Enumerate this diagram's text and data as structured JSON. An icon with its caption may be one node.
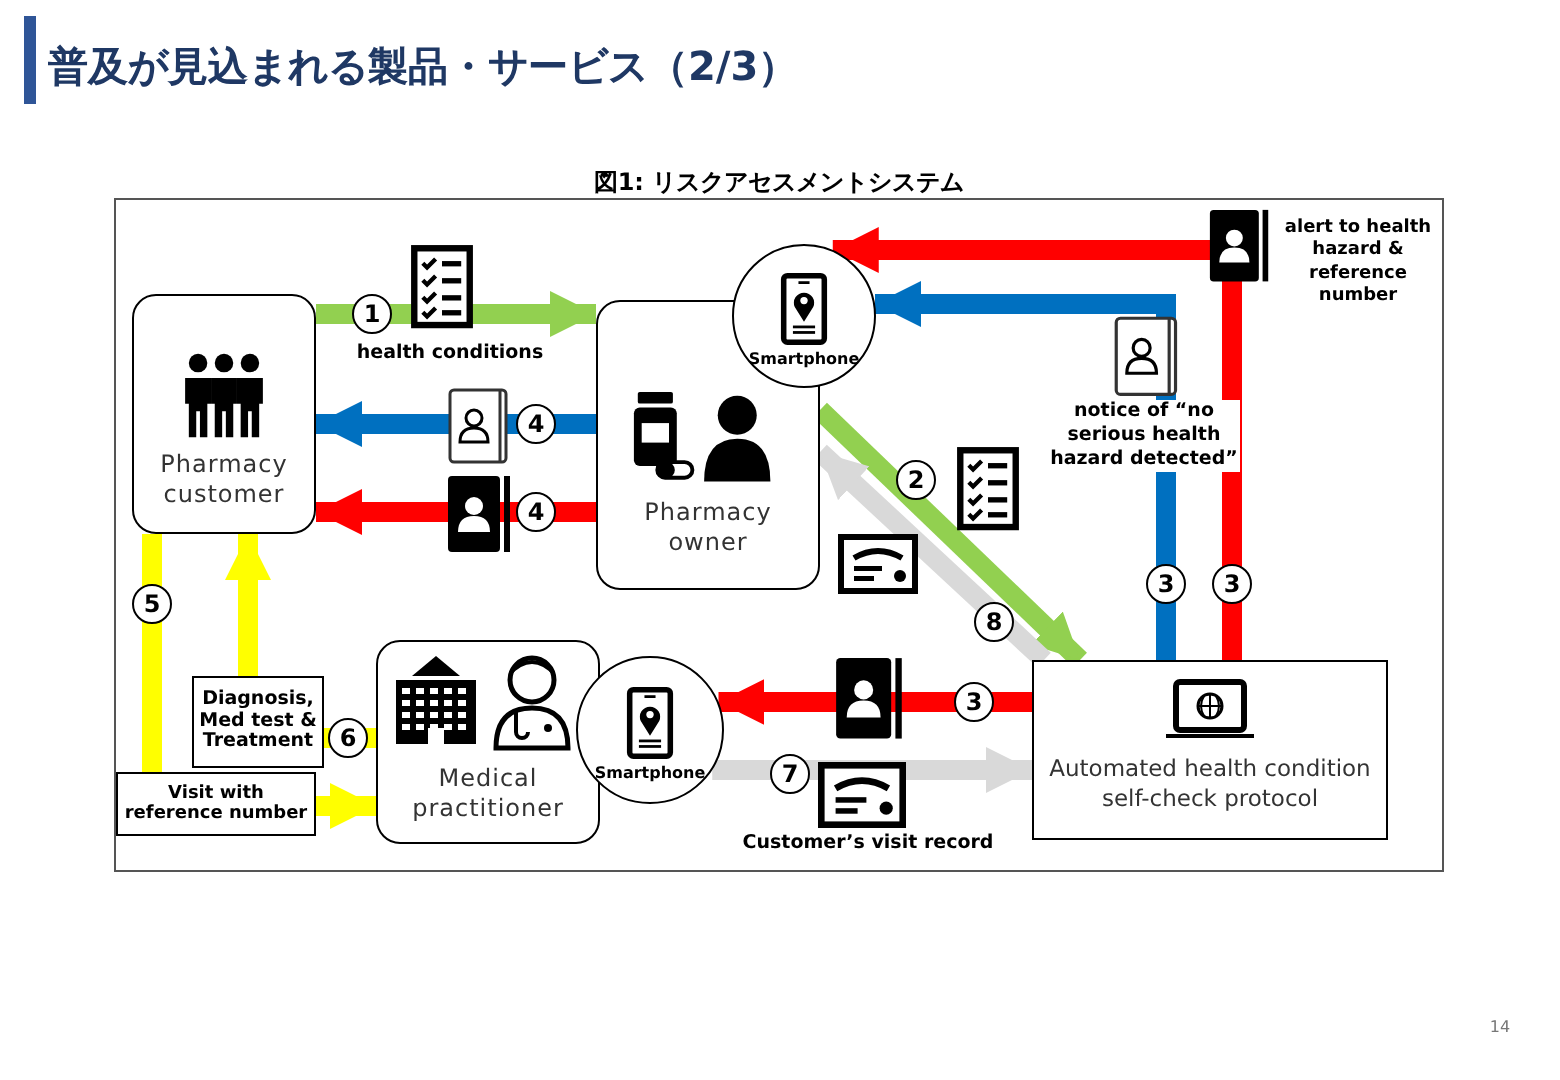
{
  "diagram": {
    "title": "普及が見込まれる製品・サービス（2/3）",
    "caption": "図1: リスクアセスメントシステム",
    "nodes": [
      {
        "text": [
          "Pharmacy customer"
        ]
      },
      {
        "text": [
          "Pharmacy owner"
        ]
      },
      {
        "text": [
          "Smartphone"
        ]
      },
      {
        "text": [
          "Medical practitioner"
        ]
      },
      {
        "text": [
          "Smartphone"
        ]
      },
      {
        "text": [
          "Automated health condition self-check protocol"
        ]
      },
      {
        "text": [
          "Diagnosis, Med test & Treatment"
        ]
      },
      {
        "text": [
          "Visit with reference number"
        ]
      }
    ],
    "edges": [
      {
        "from": 0,
        "to": 1,
        "arrow": "to",
        "label": "1",
        "color": "#92d050"
      },
      {
        "from": 1,
        "to": 0,
        "arrow": "to",
        "label": "4",
        "color": "#0070c0"
      },
      {
        "from": 1,
        "to": 0,
        "arrow": "to",
        "label": "4",
        "color": "#ff0000"
      },
      {
        "from": 5,
        "to": 2,
        "arrow": "to",
        "label": "3",
        "color": "#0070c0"
      },
      {
        "from": 5,
        "to": 2,
        "arrow": "to",
        "label": "3",
        "color": "#ff0000"
      },
      {
        "from": 1,
        "to": 5,
        "arrow": "to",
        "label": "2",
        "color": "#92d050"
      },
      {
        "from": 5,
        "to": 1,
        "arrow": "to",
        "label": "8",
        "color": "#d9d9d9"
      },
      {
        "from": 5,
        "to": 4,
        "arrow": "to",
        "label": "3",
        "color": "#ff0000"
      },
      {
        "from": 4,
        "to": 5,
        "arrow": "to",
        "label": "7",
        "color": "#d9d9d9"
      },
      {
        "from": 0,
        "to": 7,
        "arrow": "none",
        "label": "5",
        "color": "#ffff00"
      },
      {
        "from": 7,
        "to": 3,
        "arrow": "to",
        "color": "#ffff00"
      },
      {
        "from": 3,
        "to": 6,
        "arrow": "none",
        "label": "6",
        "color": "#ffff00"
      },
      {
        "from": 6,
        "to": 0,
        "arrow": "to",
        "color": "#ffff00"
      }
    ],
    "labels": [
      "health conditions",
      "alert to health hazard & reference number",
      "notice of “no serious health hazard detected”",
      "Customer’s visit record",
      "14"
    ]
  }
}
